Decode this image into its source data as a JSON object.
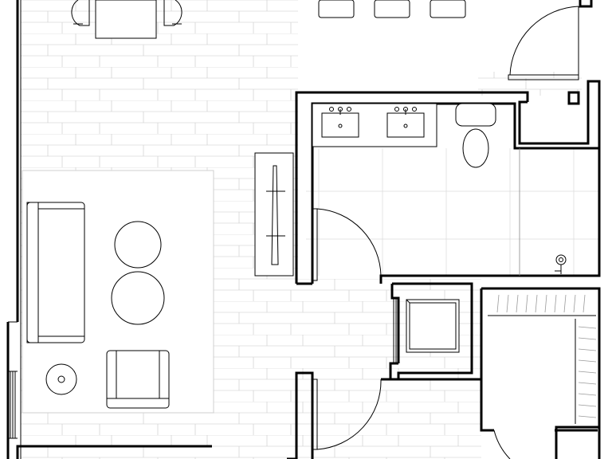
{
  "drawing": {
    "type": "architectural floor plan",
    "background": "#ffffff",
    "line_color": "#000000",
    "floor_texture_color": "#bdbdbd",
    "rooms": [
      "living-area",
      "bathroom",
      "closet",
      "entry"
    ],
    "fixtures": [
      "double-vanity",
      "toilet",
      "shower-valve",
      "washer-dryer"
    ],
    "furniture": [
      "dining-table",
      "sofa",
      "ottoman-pair",
      "armchair",
      "side-table",
      "tv-console",
      "rug"
    ]
  }
}
